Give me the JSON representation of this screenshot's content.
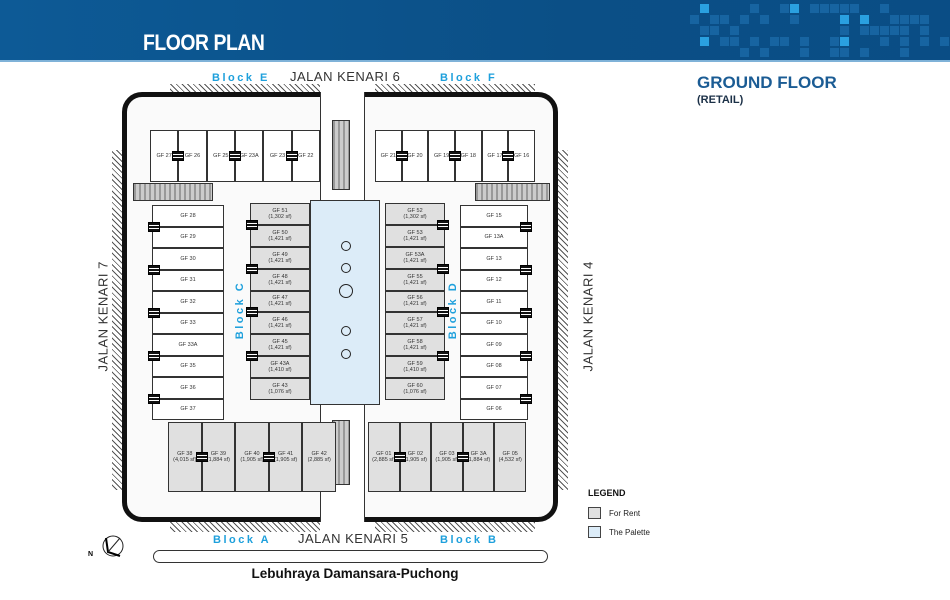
{
  "header": {
    "title": "FLOOR PLAN"
  },
  "floor": {
    "title": "GROUND FLOOR",
    "subtitle": "(RETAIL)"
  },
  "blocks": {
    "e": "Block E",
    "f": "Block F",
    "c": "Block C",
    "d": "Block D",
    "a": "Block A",
    "b": "Block B"
  },
  "roads": {
    "north": "JALAN KENARI 6",
    "south": "JALAN KENARI 5",
    "west": "JALAN KENARI 7",
    "east": "JALAN KENARI 4",
    "highway": "Lebuhraya Damansara-Puchong"
  },
  "compass": {
    "label": "N"
  },
  "units": {
    "block_e": [
      {
        "id": "GF 27"
      },
      {
        "id": "GF 26"
      },
      {
        "id": "GF 25"
      },
      {
        "id": "GF 23A"
      },
      {
        "id": "GF 23"
      },
      {
        "id": "GF 22"
      }
    ],
    "block_f": [
      {
        "id": "GF 21"
      },
      {
        "id": "GF 20"
      },
      {
        "id": "GF 19"
      },
      {
        "id": "GF 18"
      },
      {
        "id": "GF 17"
      },
      {
        "id": "GF 16"
      }
    ],
    "block_c": [
      {
        "id": "GF 51",
        "area": "(1,302 sf)"
      },
      {
        "id": "GF 50",
        "area": "(1,421 sf)"
      },
      {
        "id": "GF 49",
        "area": "(1,421 sf)"
      },
      {
        "id": "GF 48",
        "area": "(1,421 sf)"
      },
      {
        "id": "GF 47",
        "area": "(1,421 sf)"
      },
      {
        "id": "GF 46",
        "area": "(1,421 sf)"
      },
      {
        "id": "GF 45",
        "area": "(1,421 sf)"
      },
      {
        "id": "GF 43A",
        "area": "(1,410 sf)"
      },
      {
        "id": "GF 43",
        "area": "(1,076 sf)"
      }
    ],
    "block_d": [
      {
        "id": "GF 52",
        "area": "(1,302 sf)"
      },
      {
        "id": "GF 53",
        "area": "(1,421 sf)"
      },
      {
        "id": "GF 53A",
        "area": "(1,421 sf)"
      },
      {
        "id": "GF 55",
        "area": "(1,421 sf)"
      },
      {
        "id": "GF 56",
        "area": "(1,421 sf)"
      },
      {
        "id": "GF 57",
        "area": "(1,421 sf)"
      },
      {
        "id": "GF 58",
        "area": "(1,421 sf)"
      },
      {
        "id": "GF 59",
        "area": "(1,410 sf)"
      },
      {
        "id": "GF 60",
        "area": "(1,076 sf)"
      }
    ],
    "west": [
      {
        "id": "GF 28"
      },
      {
        "id": "GF 29"
      },
      {
        "id": "GF 30"
      },
      {
        "id": "GF 31"
      },
      {
        "id": "GF 32"
      },
      {
        "id": "GF 33"
      },
      {
        "id": "GF 33A"
      },
      {
        "id": "GF 35"
      },
      {
        "id": "GF 36"
      },
      {
        "id": "GF 37"
      }
    ],
    "east": [
      {
        "id": "GF 15"
      },
      {
        "id": "GF 13A"
      },
      {
        "id": "GF 13"
      },
      {
        "id": "GF 12"
      },
      {
        "id": "GF 11"
      },
      {
        "id": "GF 10"
      },
      {
        "id": "GF 09"
      },
      {
        "id": "GF 08"
      },
      {
        "id": "GF 07"
      },
      {
        "id": "GF 06"
      }
    ],
    "block_a": [
      {
        "id": "GF 38",
        "area": "(4,015 sf)"
      },
      {
        "id": "GF 39",
        "area": "(1,884 sf)"
      },
      {
        "id": "GF 40",
        "area": "(1,905 sf)"
      },
      {
        "id": "GF 41",
        "area": "(1,905 sf)"
      },
      {
        "id": "GF 42",
        "area": "(2,885 sf)"
      }
    ],
    "block_b": [
      {
        "id": "GF 01",
        "area": "(2,885 sf)"
      },
      {
        "id": "GF 02",
        "area": "(1,905 sf)"
      },
      {
        "id": "GF 03",
        "area": "(1,905 sf)"
      },
      {
        "id": "GF 3A",
        "area": "(1,884 sf)"
      },
      {
        "id": "GF 05",
        "area": "(4,532 sf)"
      }
    ]
  },
  "legend": {
    "title": "LEGEND",
    "items": [
      {
        "label": "For Rent",
        "color": "#e0e0e0"
      },
      {
        "label": "The Palette",
        "color": "#dcecf8"
      }
    ]
  }
}
